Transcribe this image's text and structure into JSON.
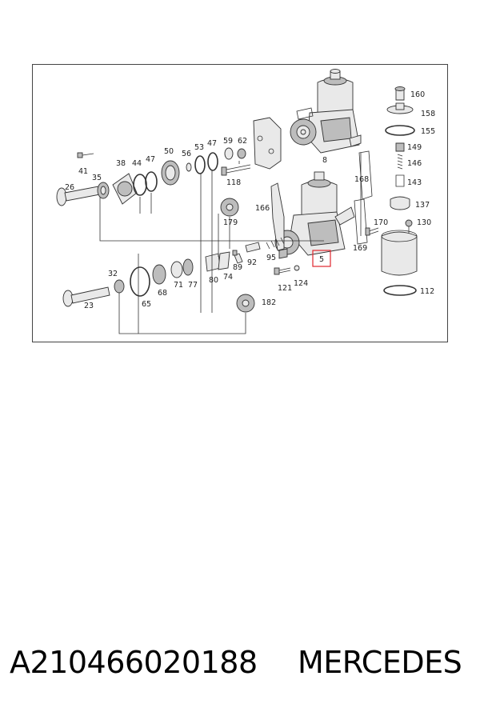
{
  "diagram": {
    "highlight_color": "#e0262d",
    "callouts": [
      "160",
      "158",
      "155",
      "149",
      "146",
      "143",
      "137",
      "130",
      "112",
      "170",
      "169",
      "168",
      "166",
      "8",
      "5",
      "124",
      "121",
      "182",
      "179",
      "118",
      "62",
      "59",
      "47",
      "53",
      "56",
      "50",
      "44",
      "47",
      "38",
      "35",
      "41",
      "26",
      "32",
      "23",
      "65",
      "68",
      "71",
      "77",
      "80",
      "74",
      "89",
      "92",
      "95"
    ],
    "highlighted_callout": "5"
  },
  "footer": {
    "part_number": "A210466020188",
    "brand": "MERCEDES"
  }
}
